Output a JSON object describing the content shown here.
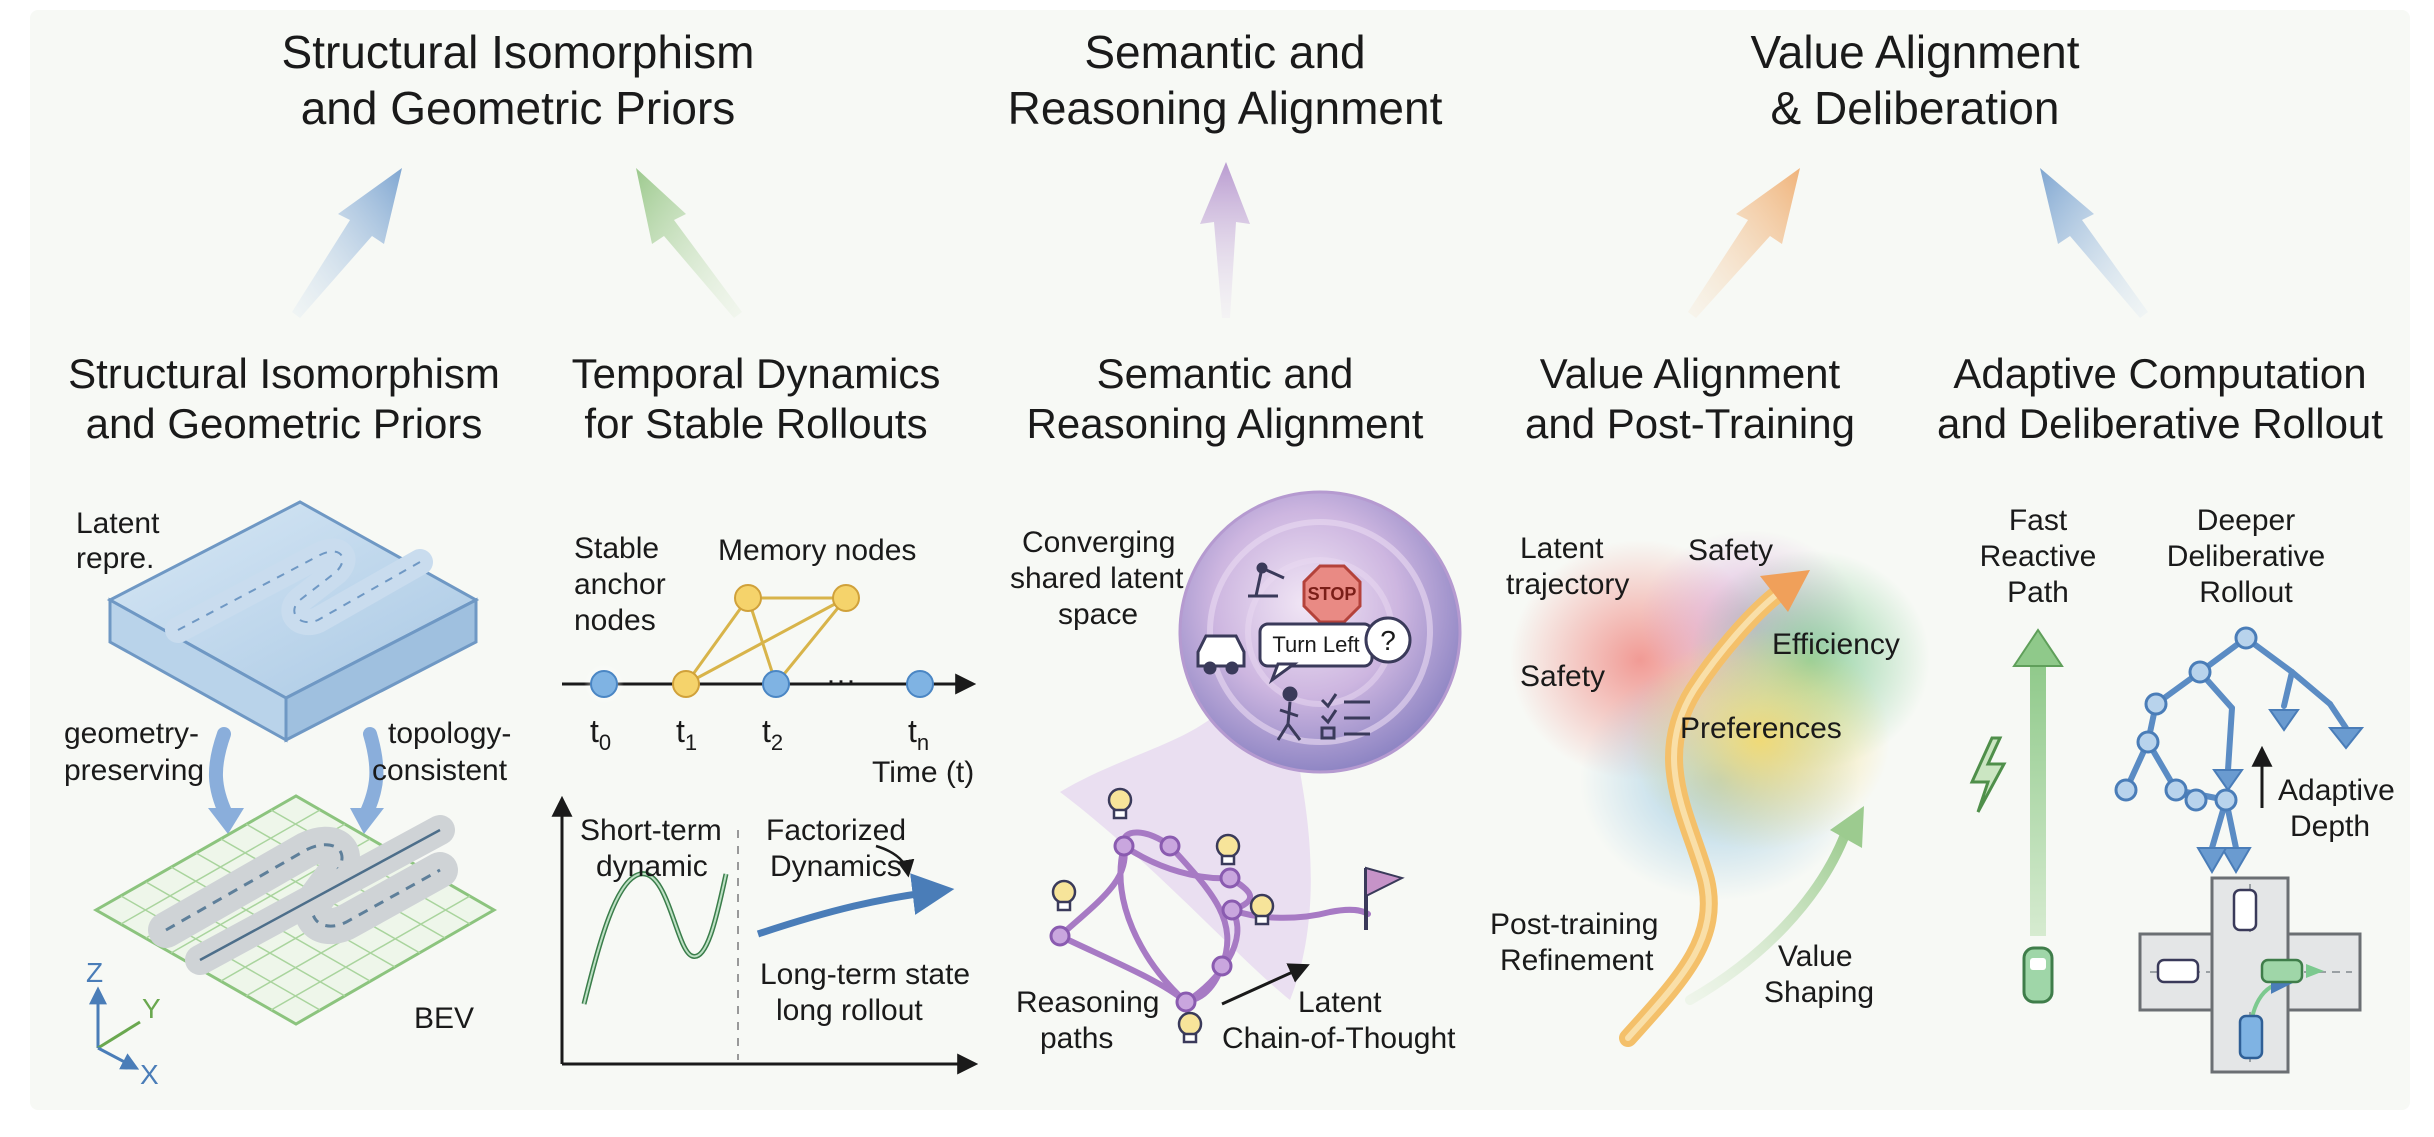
{
  "top_titles": [
    [
      "Structural Isomorphism",
      "and Geometric Priors"
    ],
    [
      "Semantic and",
      "Reasoning Alignment"
    ],
    [
      "Value Alignment",
      "& Deliberation"
    ]
  ],
  "panel_titles": [
    [
      "Structural Isomorphism",
      "and Geometric Priors"
    ],
    [
      "Temporal Dynamics",
      "for Stable Rollouts"
    ],
    [
      "Semantic and",
      "Reasoning Alignment"
    ],
    [
      "Value Alignment",
      "and Post-Training"
    ],
    [
      "Adaptive Computation",
      "and Deliberative Rollout"
    ]
  ],
  "panel1": {
    "latent": [
      "Latent",
      "repre."
    ],
    "geometry": [
      "geometry-",
      "preserving"
    ],
    "topology": [
      "topology-",
      "consistent"
    ],
    "bev": "BEV",
    "axis_z": "Z",
    "axis_y": "Y",
    "axis_x": "X"
  },
  "panel2": {
    "stable": [
      "Stable",
      "anchor",
      "nodes"
    ],
    "memory": "Memory nodes",
    "t0": "t",
    "t0_sub": "0",
    "t1": "t",
    "t1_sub": "1",
    "t2": "t",
    "t2_sub": "2",
    "tn": "t",
    "tn_sub": "n",
    "dots": "···",
    "time": "Time (t)",
    "short": [
      "Short-term",
      "dynamic"
    ],
    "factorized": [
      "Factorized",
      "Dynamics"
    ],
    "long": [
      "Long-term state",
      "long rollout"
    ]
  },
  "panel3": {
    "converging": [
      "Converging",
      "shared latent",
      "space"
    ],
    "stop": "STOP",
    "turn": "Turn Left",
    "question": "?",
    "reasoning": [
      "Reasoning",
      "paths"
    ],
    "latent_cot": [
      "Latent",
      "Chain-of-Thought"
    ]
  },
  "panel4": {
    "trajectory": [
      "Latent",
      "trajectory"
    ],
    "safety_top": "Safety",
    "safety_left": "Safety",
    "efficiency": "Efficiency",
    "preferences": "Preferences",
    "post": [
      "Post-training",
      "Refinement"
    ],
    "value": [
      "Value",
      "Shaping"
    ]
  },
  "panel5": {
    "fast": [
      "Fast",
      "Reactive",
      "Path"
    ],
    "deeper": [
      "Deeper",
      "Deliberative",
      "Rollout"
    ],
    "adaptive": [
      "Adaptive",
      "Depth"
    ]
  }
}
